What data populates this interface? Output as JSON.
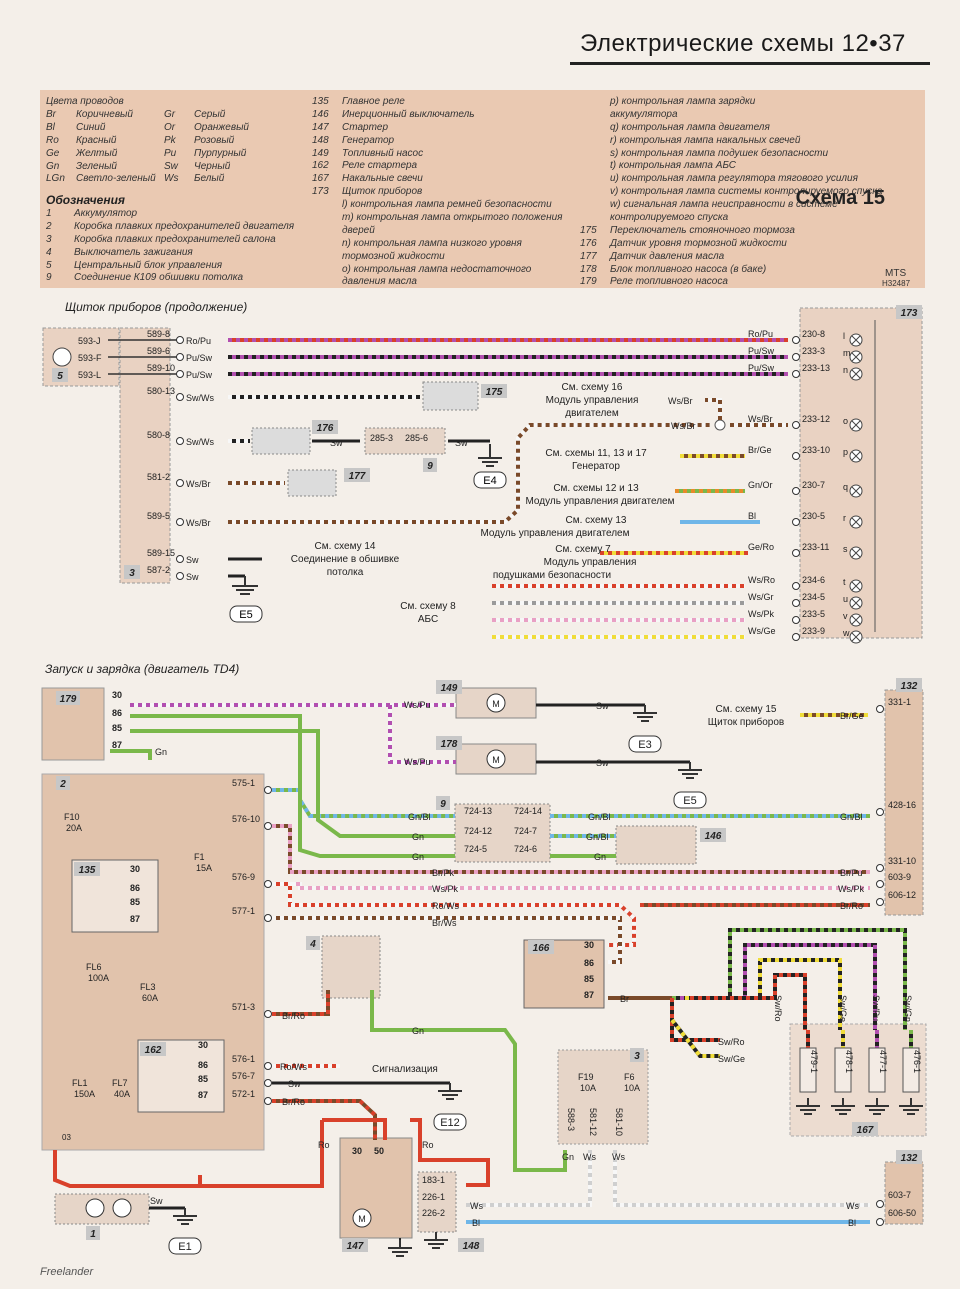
{
  "header": {
    "title": "Электрические схемы 12•37"
  },
  "schema_label": "Схема 15",
  "legend": {
    "colors_heading": "Цвета проводов",
    "colors_left": [
      {
        "code": "Br",
        "name": "Коричневый"
      },
      {
        "code": "Bl",
        "name": "Синий"
      },
      {
        "code": "Ro",
        "name": "Красный"
      },
      {
        "code": "Ge",
        "name": "Желтый"
      },
      {
        "code": "Gn",
        "name": "Зеленый"
      },
      {
        "code": "LGn",
        "name": "Светло-зеленый"
      }
    ],
    "colors_right": [
      {
        "code": "Gr",
        "name": "Серый"
      },
      {
        "code": "Or",
        "name": "Оранжевый"
      },
      {
        "code": "Pk",
        "name": "Розовый"
      },
      {
        "code": "Pu",
        "name": "Пурпурный"
      },
      {
        "code": "Sw",
        "name": "Черный"
      },
      {
        "code": "Ws",
        "name": "Белый"
      }
    ],
    "symbols_heading": "Обозначения",
    "items_col1": [
      {
        "num": "1",
        "name": "Аккумулятор"
      },
      {
        "num": "2",
        "name": "Коробка плавких предохранителей двигателя"
      },
      {
        "num": "3",
        "name": "Коробка плавких предохранителей салона"
      },
      {
        "num": "4",
        "name": "Выключатель зажигания"
      },
      {
        "num": "5",
        "name": "Центральный блок управления"
      },
      {
        "num": "9",
        "name": "Соединение К109 обшивки потолка"
      }
    ],
    "items_col2": [
      {
        "num": "135",
        "name": "Главное реле"
      },
      {
        "num": "146",
        "name": "Инерционный выключатель"
      },
      {
        "num": "147",
        "name": "Стартер"
      },
      {
        "num": "148",
        "name": "Генератор"
      },
      {
        "num": "149",
        "name": "Топливный насос"
      },
      {
        "num": "162",
        "name": "Реле стартера"
      },
      {
        "num": "167",
        "name": "Накальные свечи"
      },
      {
        "num": "173",
        "name": "Щиток приборов"
      },
      {
        "num": "",
        "name": "l) контрольная лампа ремней безопасности"
      },
      {
        "num": "",
        "name": "m) контрольная лампа открытого положения"
      },
      {
        "num": "",
        "name": "дверей"
      },
      {
        "num": "",
        "name": "n) контрольная лампа низкого уровня"
      },
      {
        "num": "",
        "name": "тормозной жидкости"
      },
      {
        "num": "",
        "name": "o) контрольная лампа недостаточного"
      },
      {
        "num": "",
        "name": "давления масла"
      }
    ],
    "items_col3": [
      {
        "num": "",
        "name": "p) контрольная лампа зарядки"
      },
      {
        "num": "",
        "name": "аккумулятора"
      },
      {
        "num": "",
        "name": "q) контрольная лампа двигателя"
      },
      {
        "num": "",
        "name": "r) контрольная лампа накальных свечей"
      },
      {
        "num": "",
        "name": "s) контрольная лампа подушек безопасности"
      },
      {
        "num": "",
        "name": "t) контрольная лампа АБС"
      },
      {
        "num": "",
        "name": "u) контрольная лампа регулятора тягового усилия"
      },
      {
        "num": "",
        "name": "v) контрольная лампа системы контролируемого спуска"
      },
      {
        "num": "",
        "name": "w) сигнальная лампа неисправности в системе"
      },
      {
        "num": "",
        "name": "контролируемого спуска"
      },
      {
        "num": "175",
        "name": "Переключатель стояночного тормоза"
      },
      {
        "num": "176",
        "name": "Датчик уровня тормозной жидкости"
      },
      {
        "num": "177",
        "name": "Датчик давления масла"
      },
      {
        "num": "178",
        "name": "Блок топливного насоса (в баке)"
      },
      {
        "num": "179",
        "name": "Реле топливного насоса"
      }
    ],
    "mts": "MTS",
    "mts_code": "H32487"
  },
  "sections": {
    "top": "Щиток приборов (продолжение)",
    "bottom": "Запуск и зарядка (двигатель TD4)"
  },
  "top_diagram": {
    "left_pins": [
      "593-J",
      "593-F",
      "593-L"
    ],
    "block3_pins": [
      "589-8",
      "589-6",
      "589-10",
      "580-13",
      "580-8",
      "581-2",
      "589-5",
      "589-15",
      "587-2"
    ],
    "wire_labels": [
      "Ro/Pu",
      "Pu/Sw",
      "Pu/Sw",
      "Sw/Ws",
      "Sw/Ws",
      "Ws/Br",
      "Ws/Br",
      "Sw",
      "Sw"
    ],
    "right_pins": [
      "230-8",
      "233-3",
      "233-13",
      "233-12",
      "233-10",
      "230-7",
      "230-5",
      "233-11",
      "234-6",
      "234-5",
      "233-5",
      "233-9"
    ],
    "right_letters": [
      "l",
      "m",
      "n",
      "o",
      "p",
      "q",
      "r",
      "s",
      "t",
      "u",
      "v",
      "w"
    ],
    "right_wires": [
      "Ro/Pu",
      "Pu/Sw",
      "Pu/Sw",
      "Ws/Br",
      "Br/Ge",
      "Gn/Or",
      "Bl",
      "Ge/Ro",
      "Ws/Ro",
      "Ws/Gr",
      "Ws/Pk",
      "Ws/Ge"
    ],
    "notes": [
      "См. схему 16",
      "Модуль управления",
      "двигателем",
      "См. схемы 11, 13 и 17",
      "Генератор",
      "См. схемы 12 и 13",
      "Модуль управления двигателем",
      "См. схему 13",
      "Модуль управления двигателем",
      "См. схему 7",
      "Модуль управления",
      "подушками безопасности",
      "См. схему 8",
      "АБС",
      "См. схему 14",
      "Соединение в обшивке",
      "потолка"
    ],
    "component_tags": [
      "5",
      "175",
      "176",
      "9",
      "177",
      "3",
      "173"
    ],
    "connector9": [
      "285-3",
      "285-6"
    ],
    "grounds": [
      "E4",
      "E5"
    ],
    "misc_labels": [
      "Sw",
      "Sw",
      "Ws/Br",
      "Ws/Br"
    ]
  },
  "bottom_diagram": {
    "component_tags": [
      "179",
      "149",
      "178",
      "2",
      "9",
      "146",
      "135",
      "166",
      "4",
      "162",
      "3",
      "1",
      "147",
      "148",
      "167",
      "132",
      "132"
    ],
    "relay_pins": [
      "30",
      "86",
      "85",
      "87"
    ],
    "fuses": [
      {
        "id": "F10",
        "rating": "20A"
      },
      {
        "id": "F1",
        "rating": "15A"
      },
      {
        "id": "FL6",
        "rating": "100A"
      },
      {
        "id": "FL3",
        "rating": "60A"
      },
      {
        "id": "FL1",
        "rating": "150A"
      },
      {
        "id": "FL7",
        "rating": "40A"
      },
      {
        "id": "F19",
        "rating": "10A"
      },
      {
        "id": "F6",
        "rating": "10A"
      }
    ],
    "block2_pins": [
      "575-1",
      "576-10",
      "576-9",
      "577-1",
      "571-3",
      "576-1",
      "576-7",
      "572-1"
    ],
    "connector9_pins": [
      "724-13",
      "724-14",
      "724-12",
      "724-7",
      "724-5",
      "724-6"
    ],
    "right132_pins": [
      "331-1",
      "428-16",
      "331-10",
      "603-9",
      "606-12"
    ],
    "bottom132_pins": [
      "603-7",
      "606-50"
    ],
    "block3_pins": [
      "588-3",
      "581-12",
      "581-10"
    ],
    "plug_pins": [
      "479-1",
      "478-1",
      "477-1",
      "476-1"
    ],
    "gen_pins": [
      "183-1",
      "226-1",
      "226-2"
    ],
    "wire_labels": [
      "Ws/Pu",
      "Ws/Pu",
      "Gn",
      "Sw",
      "Sw",
      "Gn/Bl",
      "Gn/Bl",
      "Gn",
      "Gn/Bl",
      "Gn",
      "Gn",
      "Br/Pk",
      "Br/Pu",
      "Ws/Pk",
      "Ws/Pk",
      "Ro/Ws",
      "Br/Ws",
      "Br/Ro",
      "Br",
      "Br/Ro",
      "Gn",
      "Ro/Ws",
      "Sw",
      "Br/Ro",
      "Ro",
      "Ro",
      "Sw",
      "Ws",
      "Bl",
      "Gn",
      "Ws",
      "Ws",
      "Sw/Ro",
      "Sw/Ge",
      "Sw/Ro",
      "Sw/Ge",
      "Sw/Pu",
      "Sw/Gn",
      "Ws",
      "Bl",
      "Br/Ge",
      "Ro",
      "03"
    ],
    "notes": [
      "См. схему 15",
      "Щиток приборов",
      "Сигнализация"
    ],
    "grounds": [
      "E3",
      "E5",
      "E12",
      "E1"
    ],
    "misc": [
      "1",
      "2",
      "3",
      "4",
      "M",
      "M",
      "M",
      "50",
      "30"
    ]
  },
  "footer": "Freelander",
  "colors": {
    "legend_bg": "#eac9b2",
    "block_bg": "#e1c3ac",
    "tag_bg": "#c7c7c7"
  }
}
